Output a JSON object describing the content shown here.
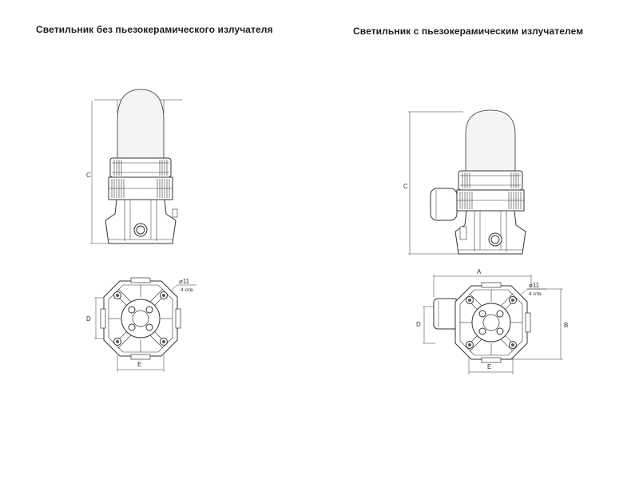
{
  "titles": {
    "left": "Светильник без пьезокерамического излучателя",
    "right": "Светильник с пьезокерамическим излучателем"
  },
  "dims": {
    "diameter_a": "⌀A",
    "a": "A",
    "b": "B",
    "c": "C",
    "d": "D",
    "e": "E",
    "hole_dia": "⌀11",
    "hole_count": "4 отв."
  },
  "colors": {
    "line": "#333333",
    "lens": "#f4f4f4"
  }
}
